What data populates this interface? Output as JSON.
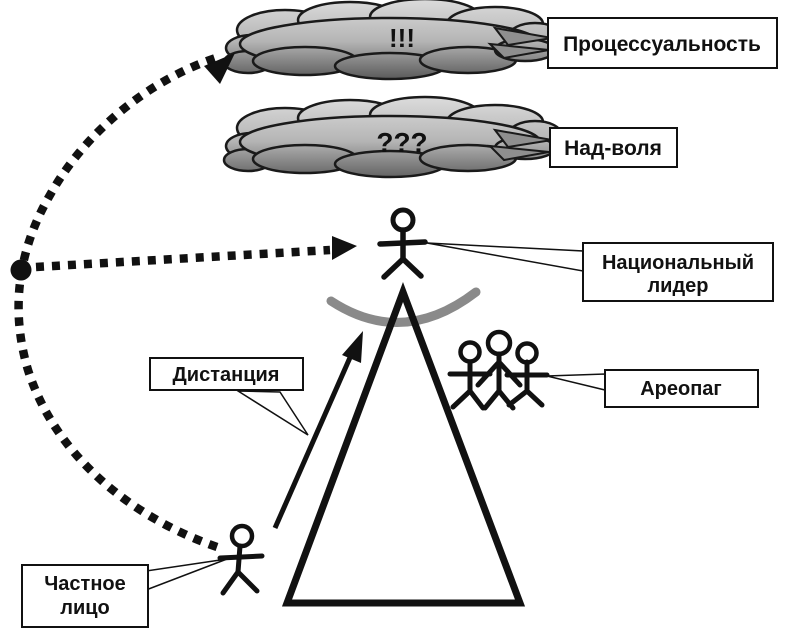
{
  "colors": {
    "background": "#ffffff",
    "line": "#111111",
    "arc_gray": "#8a8a8a",
    "cloud_top": "#d6d6d6",
    "cloud_bottom": "#5a5a5a",
    "cloud_tail": "#8f8f8f"
  },
  "clouds": [
    {
      "symbol": "!!!",
      "label": "Процессуальность"
    },
    {
      "symbol": "???",
      "label": "Над-воля"
    }
  ],
  "figures": {
    "national_leader": {
      "label_line1": "Национальный",
      "label_line2": "лидер"
    },
    "areopagus": {
      "label": "Ареопаг"
    },
    "private_person": {
      "label_line1": "Частное",
      "label_line2": "лицо"
    }
  },
  "annotations": {
    "distance": {
      "label": "Дистанция"
    }
  }
}
